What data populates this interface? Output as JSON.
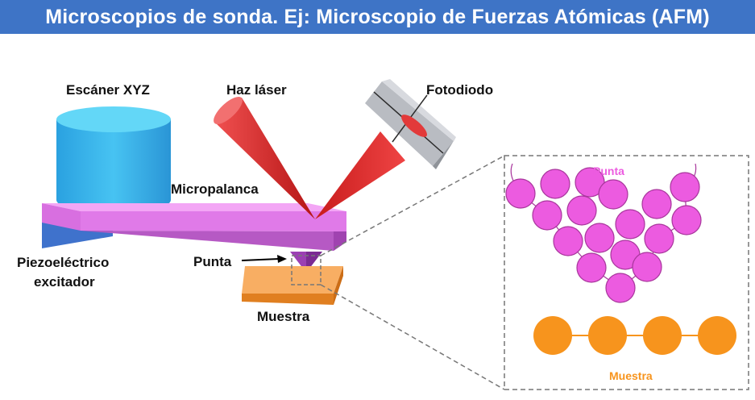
{
  "title": "Microscopios de sonda. Ej: Microscopio de Fuerzas Atómicas (AFM)",
  "labels": {
    "scanner": "Escáner XYZ",
    "laser": "Haz láser",
    "photodiode": "Fotodiodo",
    "cantilever": "Micropalanca",
    "piezo_line1": "Piezoeléctrico",
    "piezo_line2": "excitador",
    "tip": "Punta",
    "sample": "Muestra"
  },
  "zoom": {
    "tip_label": "Punta",
    "sample_label": "Muestra"
  },
  "colors": {
    "title_bar": "#3e74c6",
    "scanner": "#38b7ec",
    "cantilever": "#e07ae8",
    "piezo": "#3f72cc",
    "laser": "#e02a2a",
    "photodiode": "#b9bcc2",
    "sample": "#f6a24e",
    "tip_atoms": "#ec5be0",
    "sample_atoms": "#f7941d"
  }
}
